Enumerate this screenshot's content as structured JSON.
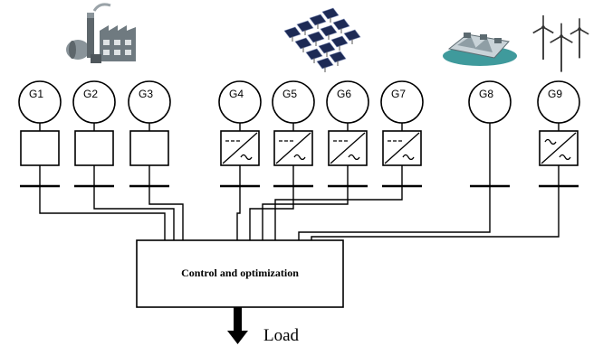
{
  "generators": [
    {
      "id": "G1",
      "converter": "plain"
    },
    {
      "id": "G2",
      "converter": "plain"
    },
    {
      "id": "G3",
      "converter": "plain"
    },
    {
      "id": "G4",
      "converter": "dc-ac"
    },
    {
      "id": "G5",
      "converter": "dc-ac"
    },
    {
      "id": "G6",
      "converter": "dc-ac"
    },
    {
      "id": "G7",
      "converter": "dc-ac"
    },
    {
      "id": "G8",
      "converter": "none"
    },
    {
      "id": "G9",
      "converter": "ac-ac"
    }
  ],
  "sources": [
    {
      "icon": "factory-icon",
      "serves": [
        "G1",
        "G2",
        "G3"
      ]
    },
    {
      "icon": "solar-panels-icon",
      "serves": [
        "G4",
        "G5",
        "G6",
        "G7"
      ]
    },
    {
      "icon": "hydro-dam-icon",
      "serves": [
        "G8"
      ]
    },
    {
      "icon": "wind-turbines-icon",
      "serves": [
        "G9"
      ]
    }
  ],
  "controller": {
    "label": "Control and optimization"
  },
  "output": {
    "label": "Load",
    "icon": "arrow-down-icon"
  },
  "colors": {
    "line": "#000000",
    "background": "#ffffff",
    "factory": "#6f7a80",
    "solar": "#1d2a55",
    "hydro_water": "#3f9a9c"
  }
}
